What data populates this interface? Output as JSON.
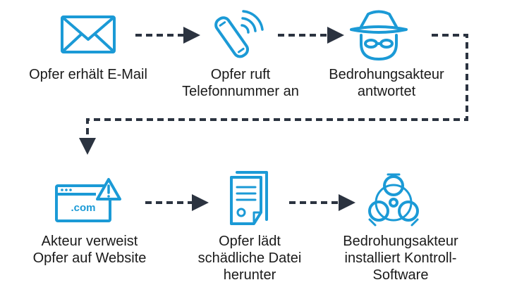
{
  "colors": {
    "icon": "#1b9ad6",
    "arrow": "#2b3340",
    "text": "#1a1a1a"
  },
  "steps": [
    {
      "icon": "envelope-icon",
      "line1": "Opfer erhält E-Mail",
      "line2": "",
      "line3": ""
    },
    {
      "icon": "phone-call-icon",
      "line1": "Opfer ruft",
      "line2": "Telefonnummer an",
      "line3": ""
    },
    {
      "icon": "hacker-spy-icon",
      "line1": "Bedrohungsakteur",
      "line2": "antwortet",
      "line3": ""
    },
    {
      "icon": "website-warning-icon",
      "icon_text": ".com",
      "line1": "Akteur verweist",
      "line2": "Opfer auf Website",
      "line3": ""
    },
    {
      "icon": "document-download-icon",
      "line1": "Opfer lädt",
      "line2": "schädliche Datei",
      "line3": "herunter"
    },
    {
      "icon": "biohazard-icon",
      "line1": "Bedrohungsakteur",
      "line2": "installiert Kontroll-",
      "line3": "Software"
    }
  ]
}
